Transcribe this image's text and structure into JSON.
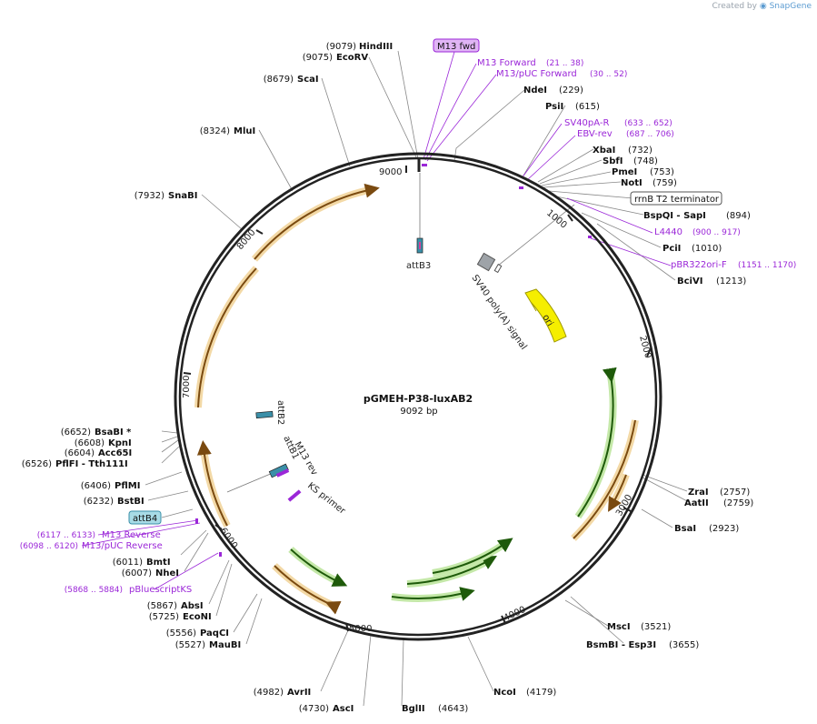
{
  "credit": {
    "prefix": "Created by",
    "brand": "SnapGene"
  },
  "plasmid": {
    "name": "pGMEH-P38-luxAB2",
    "length_label": "9092 bp",
    "length": 9092
  },
  "colors": {
    "enzyme": "#000000",
    "primer": "#9b27d8",
    "orf_orange": "#e89a2e",
    "orf_green": "#3b9a1f",
    "ori": "#f5ee00",
    "leader": "#7a7a7a"
  },
  "ticks": [
    "1000",
    "2000",
    "3000",
    "4000",
    "5000",
    "6000",
    "7000",
    "8000",
    "9000"
  ],
  "enzymes": [
    {
      "pos": "(9079)",
      "name": "HindIII"
    },
    {
      "pos": "(9075)",
      "name": "EcoRV"
    },
    {
      "pos": "(8679)",
      "name": "ScaI"
    },
    {
      "pos": "(8324)",
      "name": "MluI"
    },
    {
      "pos": "(7932)",
      "name": "SnaBI"
    },
    {
      "pos": "(229)",
      "name": "NdeI"
    },
    {
      "pos": "(615)",
      "name": "PsiI"
    },
    {
      "pos": "(732)",
      "name": "XbaI"
    },
    {
      "pos": "(748)",
      "name": "SbfI"
    },
    {
      "pos": "(753)",
      "name": "PmeI"
    },
    {
      "pos": "(759)",
      "name": "NotI"
    },
    {
      "pos": "(894)",
      "name": "BspQI  - SapI"
    },
    {
      "pos": "(1010)",
      "name": "PciI"
    },
    {
      "pos": "(1213)",
      "name": "BciVI"
    },
    {
      "pos": "(6652)",
      "name": "BsaBI *"
    },
    {
      "pos": "(6608)",
      "name": "KpnI"
    },
    {
      "pos": "(6604)",
      "name": "Acc65I"
    },
    {
      "pos": "(6526)",
      "name": "PflFI  - Tth111I"
    },
    {
      "pos": "(6406)",
      "name": "PflMI"
    },
    {
      "pos": "(6232)",
      "name": "BstBI"
    },
    {
      "pos": "(6011)",
      "name": "BmtI"
    },
    {
      "pos": "(6007)",
      "name": "NheI"
    },
    {
      "pos": "(5867)",
      "name": "AbsI"
    },
    {
      "pos": "(5725)",
      "name": "EcoNI"
    },
    {
      "pos": "(5556)",
      "name": "PaqCI"
    },
    {
      "pos": "(5527)",
      "name": "MauBI"
    },
    {
      "pos": "(4982)",
      "name": "AvrII"
    },
    {
      "pos": "(4730)",
      "name": "AscI"
    },
    {
      "pos": "(4643)",
      "name": "BglII"
    },
    {
      "pos": "(4179)",
      "name": "NcoI"
    },
    {
      "pos": "(3521)",
      "name": "MscI"
    },
    {
      "pos": "(3655)",
      "name": "BsmBI  - Esp3I"
    },
    {
      "pos": "(2757)",
      "name": "ZraI"
    },
    {
      "pos": "(2759)",
      "name": "AatII"
    },
    {
      "pos": "(2923)",
      "name": "BsaI"
    }
  ],
  "primers": [
    {
      "name": "M13 Forward",
      "range": "(21 .. 38)"
    },
    {
      "name": "M13/pUC Forward",
      "range": "(30 .. 52)"
    },
    {
      "name": "SV40pA-R",
      "range": "(633 .. 652)"
    },
    {
      "name": "EBV-rev",
      "range": "(687 .. 706)"
    },
    {
      "name": "L4440",
      "range": "(900 .. 917)"
    },
    {
      "name": "pBR322ori-F",
      "range": "(1151 .. 1170)"
    },
    {
      "name": "M13 Reverse",
      "range": "(6117 .. 6133)"
    },
    {
      "name": "M13/pUC Reverse",
      "range": "(6098 .. 6120)"
    },
    {
      "name": "pBluescriptKS",
      "range": "(5868 .. 5884)"
    }
  ],
  "boxed": {
    "m13_fwd": "M13 fwd",
    "rrnb": "rrnB T2 terminator",
    "attb4": "attB4"
  },
  "features": {
    "attB3": "attB3",
    "attB2": "attB2",
    "attB1": "attB1",
    "m13rev": "M13 rev",
    "ks_primer": "KS primer",
    "sv40": "SV40 poly(A) signal",
    "ori": "ori"
  }
}
